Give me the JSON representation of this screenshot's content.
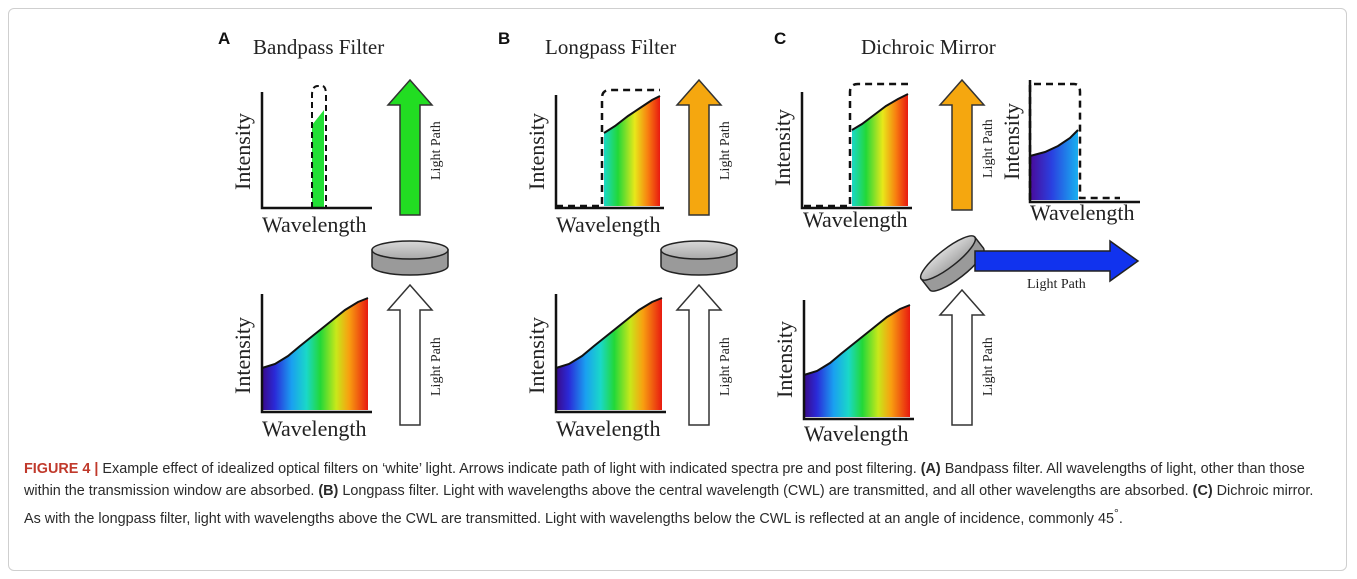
{
  "figure": {
    "panels": [
      {
        "letter": "A",
        "title": "Bandpass Filter",
        "top_axis": {
          "y": "Intensity",
          "x": "Wavelength"
        },
        "bottom_axis": {
          "y": "Intensity",
          "x": "Wavelength"
        },
        "top_arrow_label": "Light Path",
        "bottom_arrow_label": "Light Path",
        "top_arrow_color": "#22dd22"
      },
      {
        "letter": "B",
        "title": "Longpass Filter",
        "top_axis": {
          "y": "Intensity",
          "x": "Wavelength"
        },
        "bottom_axis": {
          "y": "Intensity",
          "x": "Wavelength"
        },
        "top_arrow_label": "Light Path",
        "bottom_arrow_label": "Light Path",
        "top_arrow_color": "#f5a70f"
      },
      {
        "letter": "C",
        "title": "Dichroic Mirror",
        "top_axis": {
          "y": "Intensity",
          "x": "Wavelength"
        },
        "bottom_axis": {
          "y": "Intensity",
          "x": "Wavelength"
        },
        "reflected_axis": {
          "y": "Intensity",
          "x": "Wavelength"
        },
        "top_arrow_label": "Light Path",
        "bottom_arrow_label": "Light Path",
        "reflected_arrow_label": "Light Path",
        "top_arrow_color": "#f5a70f",
        "reflected_arrow_color": "#1133ee"
      }
    ]
  },
  "caption": {
    "lead": "FIGURE 4 |",
    "intro": " Example effect of idealized optical filters on ‘white’ light. Arrows indicate path of light with indicated spectra pre and post filtering. ",
    "a_label": "(A)",
    "a_text": " Bandpass filter. All wavelengths of light, other than those within the transmission window are absorbed. ",
    "b_label": "(B)",
    "b_text": " Longpass filter. Light with wavelengths above the central wavelength (CWL) are transmitted, and all other wavelengths are absorbed. ",
    "c_label": "(C)",
    "c_text": " Dichroic mirror. As with the longpass filter, light with wavelengths above the CWL are transmitted. Light with wavelengths below the CWL is reflected at an angle of incidence, commonly 45",
    "degree": "°",
    "end": "."
  }
}
